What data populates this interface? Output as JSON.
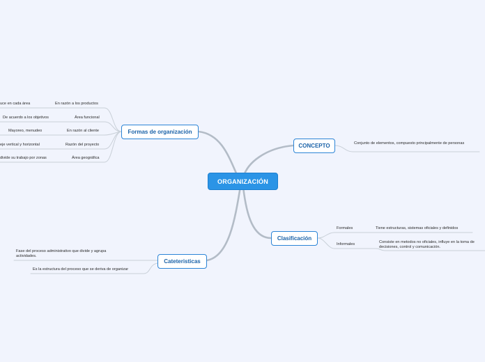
{
  "root": {
    "label": "ORGANIZACIÓN"
  },
  "concepto": {
    "label": "CONCEPTO",
    "text": "Conjunto de elementos, compuesto principalmente de personas"
  },
  "clasificacion": {
    "label": "Clasificación",
    "items": [
      {
        "label": "Formales",
        "text": "Tiene estructuras, sistemas oficiales y definidos"
      },
      {
        "label": "Informales",
        "text": "Consiste en metodos no oficiales, influye en la toma de decisiones, control y comunicación."
      }
    ]
  },
  "formas": {
    "label": "Formas de organización",
    "items": [
      {
        "label": "En razón a los productos",
        "text": "uce en cada área"
      },
      {
        "label": "Área funcional",
        "text": "De acuerdo a los objetivos"
      },
      {
        "label": "En razón al cliente",
        "text": "Mayoreo, menudeo"
      },
      {
        "label": "Razón del proyecto",
        "text": "eje vertical y horizontal"
      },
      {
        "label": "Área geográfica",
        "text": "divide su trabajo por zonas"
      }
    ]
  },
  "caracteristicas": {
    "label": "Cateteristicas",
    "items": [
      {
        "text": "Fase del proceso administrativo que divide y agrupa actividades."
      },
      {
        "text": "Es la estructura del proceso que se deriva de organizar"
      }
    ]
  }
}
